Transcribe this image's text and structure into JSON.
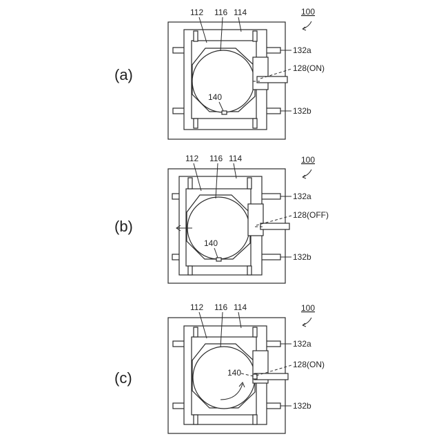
{
  "panels": [
    {
      "label": "(a)",
      "ref": "100",
      "parts": {
        "p112": "112",
        "p116": "116",
        "p114": "114",
        "p132a": "132a",
        "p128": "128(ON)",
        "p132b": "132b",
        "p140": "140"
      }
    },
    {
      "label": "(b)",
      "ref": "100",
      "parts": {
        "p112": "112",
        "p116": "116",
        "p114": "114",
        "p132a": "132a",
        "p128": "128(OFF)",
        "p132b": "132b",
        "p140": "140"
      }
    },
    {
      "label": "(c)",
      "ref": "100",
      "parts": {
        "p112": "112",
        "p116": "116",
        "p114": "114",
        "p132a": "132a",
        "p128": "128(ON)",
        "p132b": "132b",
        "p140": "140"
      }
    }
  ]
}
